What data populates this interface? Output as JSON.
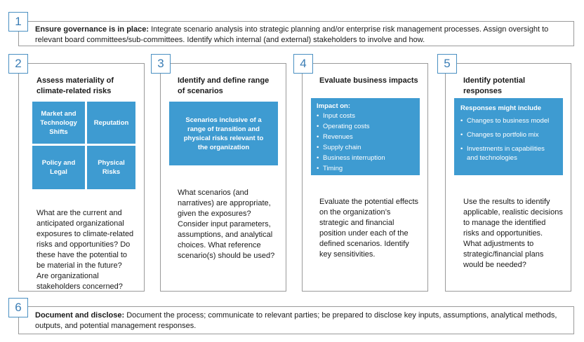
{
  "step1": {
    "number": "1",
    "heading": "Ensure governance is in place:",
    "text": "Integrate scenario analysis into strategic planning and/or enterprise risk management processes. Assign oversight to relevant board committees/sub-committees. Identify which internal (and external) stakeholders to involve and how."
  },
  "step2": {
    "number": "2",
    "title_line1": "Assess materiality of",
    "title_line2": "climate-related risks",
    "cells": [
      {
        "line1": "Market and",
        "line2": "Technology",
        "line3": "Shifts"
      },
      {
        "line1": "Reputation"
      },
      {
        "line1": "Policy and",
        "line2": "Legal"
      },
      {
        "line1": "Physical",
        "line2": "Risks"
      }
    ],
    "body": [
      "What are the current and",
      "anticipated organizational",
      "exposures to climate-related",
      "risks and opportunities? Do",
      "these have the potential to",
      "be material in the future?",
      "Are organizational",
      "stakeholders concerned?"
    ]
  },
  "step3": {
    "number": "3",
    "title_line1": "Identify and define range",
    "title_line2": "of scenarios",
    "panel": [
      "Scenarios inclusive of a",
      "range of transition and",
      "physical risks relevant to",
      "the organization"
    ],
    "body": [
      "What scenarios (and",
      "narratives) are appropriate,",
      "given the exposures?",
      "Consider input parameters,",
      "assumptions, and analytical",
      "choices. What reference",
      "scenario(s) should be used?"
    ]
  },
  "step4": {
    "number": "4",
    "title": "Evaluate business impacts",
    "panel_title": "Impact on:",
    "panel_items": [
      "Input costs",
      "Operating costs",
      "Revenues",
      "Supply chain",
      "Business interruption",
      "Timing"
    ],
    "body": [
      "Evaluate the potential effects",
      "on the organization’s",
      "strategic and financial",
      "position under each of the",
      "defined scenarios. Identify",
      "key sensitivities."
    ]
  },
  "step5": {
    "number": "5",
    "title_line1": "Identify potential",
    "title_line2": "responses",
    "panel_title": "Responses might include",
    "panel_items": [
      {
        "line1": "Changes to business model"
      },
      {
        "line1": "Changes to portfolio mix"
      },
      {
        "line1": "Investments in capabilities",
        "line2": "and technologies"
      }
    ],
    "body": [
      "Use the results to identify",
      "applicable, realistic decisions",
      "to manage the identified",
      "risks and opportunities.",
      "What adjustments to",
      "strategic/financial plans",
      "would be needed?"
    ]
  },
  "step6": {
    "number": "6",
    "heading": "Document and disclose:",
    "text": "Document the process; communicate to relevant parties; be prepared to disclose key inputs, assumptions, analytical methods, outputs, and potential management responses."
  }
}
